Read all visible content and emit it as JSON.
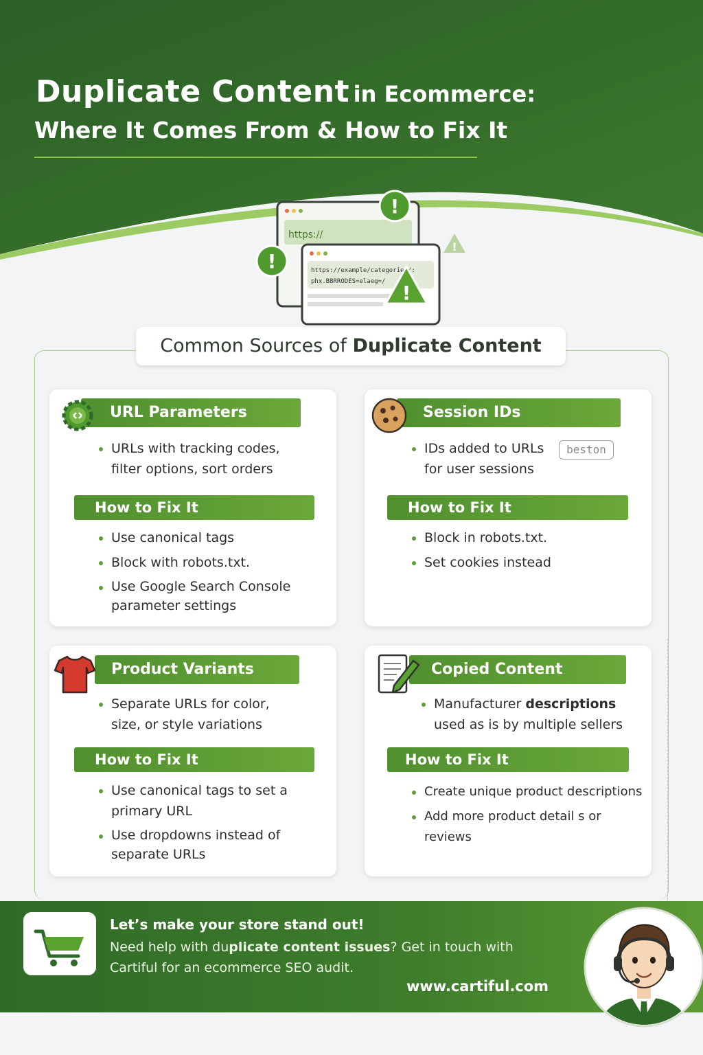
{
  "header": {
    "title_strong": "Duplicate Content",
    "title_rest": "in Ecommerce:",
    "subtitle": "Where It Comes From & How to Fix It"
  },
  "illustration": {
    "back_url": "https://",
    "front_url_line1": "https://example/categories/:",
    "front_url_line2": "phx.BBRRODES=elaeg=/"
  },
  "section": {
    "title_plain": "Common Sources of",
    "title_strong": "Duplicate Content"
  },
  "cards": {
    "url_params": {
      "title": "URL Parameters",
      "desc_line1": "URLs with tracking codes,",
      "desc_line2": "filter options, sort orders",
      "fix_title": "How to Fix It",
      "fix_1": "Use canonical tags",
      "fix_2": "Block with robots.txt.",
      "fix_3": "Use Google Search Console parameter settings"
    },
    "session_ids": {
      "title": "Session IDs",
      "desc_line1": "IDs added to URLs",
      "desc_line2": "for user sessions",
      "badge": "beston",
      "fix_title": "How to Fix It",
      "fix_1": "Block in robots.txt.",
      "fix_2": "Set cookies instead"
    },
    "product_variants": {
      "title": "Product Variants",
      "desc_line1": "Separate URLs for color,",
      "desc_line2": "size, or style variations",
      "fix_title": "How to Fix It",
      "fix_1": "Use canonical tags to set a primary URL",
      "fix_2": "Use dropdowns instead of separate URLs"
    },
    "copied_content": {
      "title": "Copied Content",
      "desc_a": "Manufacturer",
      "desc_b": "descriptions",
      "desc_c": "used as is by multiple",
      "desc_d": "sellers",
      "fix_title": "How to Fix It",
      "fix_1": "Create unique product descriptions",
      "fix_2": "Add more product detail s or reviews"
    }
  },
  "footer": {
    "title": "Let’s make your store stand out!",
    "text_a": "Need help with du",
    "text_b": "plicate content issues",
    "text_c": "? Get in touch with Cartiful for an ecommerce SEO audit.",
    "url": "www.cartiful.com"
  },
  "colors": {
    "brand_dark": "#2f6a28",
    "brand": "#5d9d35",
    "accent_light": "#8cc34a"
  }
}
